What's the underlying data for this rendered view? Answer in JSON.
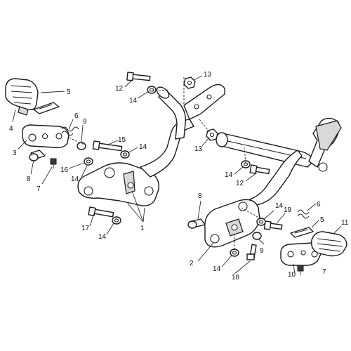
{
  "callouts": {
    "c1": "1",
    "c2": "2",
    "c3": "3",
    "c4": "4",
    "c5a": "5",
    "c5b": "5",
    "c6a": "6",
    "c6b": "6",
    "c7a": "7",
    "c7b": "7",
    "c8a": "8",
    "c8b": "8",
    "c9a": "9",
    "c9b": "9",
    "c10": "10",
    "c11": "11",
    "c12a": "12",
    "c12b": "12",
    "c13a": "13",
    "c13b": "13",
    "c14a": "14",
    "c14b": "14",
    "c14c": "14",
    "c14d": "14",
    "c14e": "14",
    "c14f": "14",
    "c15": "15",
    "c16": "16",
    "c17": "17",
    "c18": "18",
    "c19": "19"
  },
  "colors": {
    "line": "#1a1a1a",
    "shade": "#d9d9d9",
    "background": "#ffffff"
  }
}
